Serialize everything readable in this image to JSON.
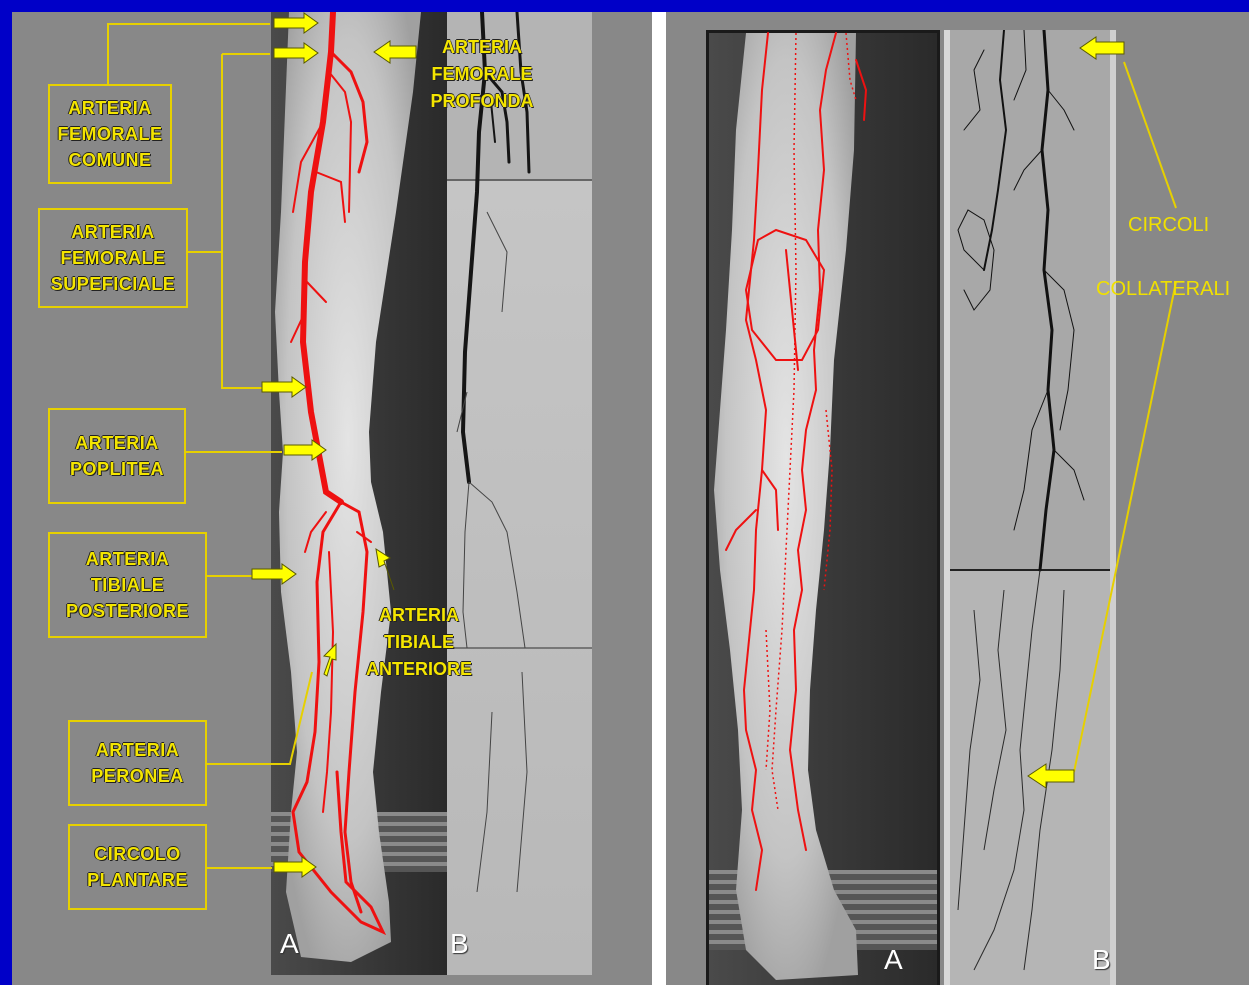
{
  "colors": {
    "frame": "#0000c8",
    "panel": "#888888",
    "label": "#f4e500",
    "artery": "#ee1111",
    "arrow": "#ffff00"
  },
  "icons": [
    "yellow-arrow-icon"
  ],
  "left_panel": {
    "labels": {
      "femorale_comune": [
        "ARTERIA",
        "FEMORALE",
        "COMUNE"
      ],
      "femorale_superficiale": [
        "ARTERIA",
        "FEMORALE",
        "SUPEFICIALE"
      ],
      "poplitea": [
        "ARTERIA",
        "POPLITEA"
      ],
      "tibiale_posteriore": [
        "ARTERIA",
        "TIBIALE",
        "POSTERIORE"
      ],
      "peronea": [
        "ARTERIA",
        "PERONEA"
      ],
      "circolo_plantare": [
        "CIRCOLO",
        "PLANTARE"
      ],
      "femorale_profonda": [
        "ARTERIA",
        "FEMORALE",
        "PROFONDA"
      ],
      "tibiale_anteriore": [
        "ARTERIA",
        "TIBIALE",
        "ANTERIORE"
      ]
    },
    "letter_a": "A",
    "letter_b": "B"
  },
  "right_panel": {
    "circoli": "CIRCOLI",
    "collaterali": "COLLATERALI",
    "letter_a": "A",
    "letter_b": "B"
  }
}
